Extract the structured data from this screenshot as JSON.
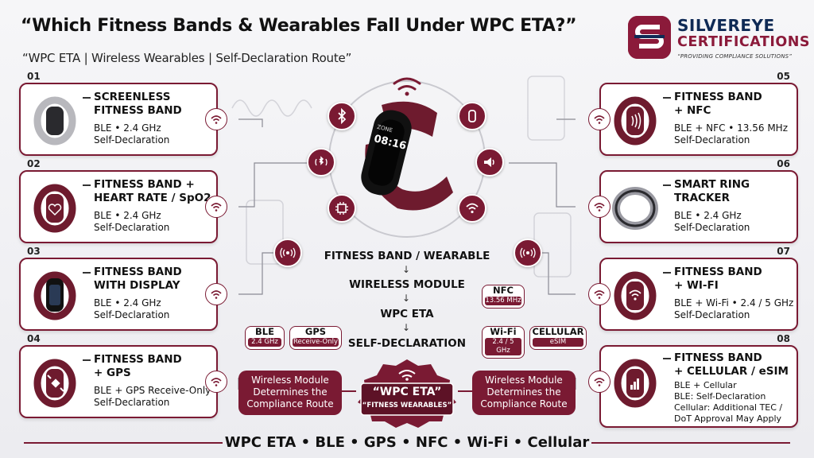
{
  "header": {
    "title": "“Which Fitness Bands & Wearables Fall Under WPC ETA?”",
    "subtitle": "“WPC ETA | Wireless Wearables | Self-Declaration Route”"
  },
  "logo": {
    "name_line1": "SILVEREYE",
    "name_line2": "CERTIFICATIONS",
    "tagline": "“PROVIDING COMPLIANCE SOLUTIONS”"
  },
  "cards": [
    {
      "num": "01",
      "title": "SCREENLESS\nFITNESS BAND",
      "detail": "BLE • 2.4 GHz\nSelf-Declaration"
    },
    {
      "num": "02",
      "title": "FITNESS BAND +\nHEART RATE / SpO2",
      "detail": "BLE • 2.4 GHz\nSelf-Declaration"
    },
    {
      "num": "03",
      "title": "FITNESS BAND\nWITH DISPLAY",
      "detail": "BLE • 2.4 GHz\nSelf-Declaration"
    },
    {
      "num": "04",
      "title": "FITNESS BAND\n+ GPS",
      "detail": "BLE + GPS Receive-Only\nSelf-Declaration"
    },
    {
      "num": "05",
      "title": "FITNESS BAND\n+ NFC",
      "detail": "BLE + NFC • 13.56 MHz\nSelf-Declaration"
    },
    {
      "num": "06",
      "title": "SMART RING\nTRACKER",
      "detail": "BLE • 2.4 GHz\nSelf-Declaration"
    },
    {
      "num": "07",
      "title": "FITNESS BAND\n+ WI-FI",
      "detail": "BLE + Wi-Fi • 2.4 / 5 GHz\nSelf-Declaration"
    },
    {
      "num": "08",
      "title": "FITNESS BAND\n+ CELLULAR / eSIM",
      "detail": "BLE + Cellular\nBLE: Self-Declaration\nCellular: Additional TEC /\nDoT Approval May Apply"
    }
  ],
  "band_screen": {
    "top": "ZONE",
    "time": "08:16"
  },
  "flow": {
    "step1": "FITNESS BAND / WEARABLE",
    "step2": "WIRELESS MODULE",
    "step3": "WPC ETA",
    "step4": "SELF-DECLARATION",
    "arrow": "↓"
  },
  "tags": {
    "ble": {
      "label": "BLE",
      "sub": "2.4 GHz"
    },
    "gps": {
      "label": "GPS",
      "sub": "Receive-Only"
    },
    "nfc": {
      "label": "NFC",
      "sub": "13.56 MHz"
    },
    "wifi": {
      "label": "Wi-Fi",
      "sub": "2.4 / 5 GHz"
    },
    "cellular": {
      "label": "CELLULAR",
      "sub": "eSIM"
    }
  },
  "route_left": "Wireless Module\nDetermines the\nCompliance Route",
  "route_right": "Wireless Module\nDetermines the\nCompliance Route",
  "badge": {
    "line1": "“WPC ETA”",
    "line2": "“FITNESS WEARABLES”"
  },
  "footer": "WPC ETA • BLE • GPS • NFC • Wi-Fi • Cellular",
  "colors": {
    "brand": "#7a1a33",
    "navy": "#0f2a55",
    "band": "#6e1b2e"
  },
  "icons": [
    "bluetooth-icon",
    "watch-icon",
    "speaker-icon",
    "wifi-icon",
    "signal-icon",
    "chip-icon",
    "wireless-icon"
  ]
}
